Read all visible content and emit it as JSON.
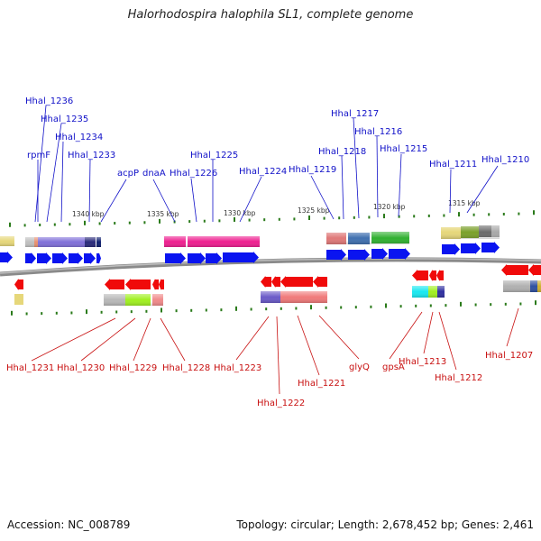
{
  "title": "Halorhodospira halophila SL1, complete genome",
  "footer": {
    "accession": "Accession: NC_008789",
    "summary": "Topology: circular; Length: 2,678,452 bp; Genes: 2,461"
  },
  "colors": {
    "forward_label": "#1010c8",
    "reverse_label": "#c81010",
    "forward_arrow": "#0a14f0",
    "reverse_arrow": "#f00a0a",
    "tick": "#2a7a1a",
    "genome_line": "#8a8a8a"
  },
  "coordinates": [
    "1340 kbp",
    "1335 kbp",
    "1330 kbp",
    "1325 kbp",
    "1320 kbp",
    "1315 kbp"
  ],
  "forward_genes": [
    "Hhal_1236",
    "Hhal_1235",
    "Hhal_1234",
    "Hhal_1233",
    "rpmF",
    "acpP",
    "dnaA",
    "Hhal_1226",
    "Hhal_1225",
    "Hhal_1224",
    "Hhal_1219",
    "Hhal_1218",
    "Hhal_1217",
    "Hhal_1216",
    "Hhal_1215",
    "Hhal_1211",
    "Hhal_1210"
  ],
  "reverse_genes": [
    "Hhal_1231",
    "Hhal_1230",
    "Hhal_1229",
    "Hhal_1228",
    "Hhal_1223",
    "Hhal_1222",
    "Hhal_1221",
    "glyQ",
    "gpsA",
    "Hhal_1213",
    "Hhal_1212",
    "Hhal_1207"
  ]
}
